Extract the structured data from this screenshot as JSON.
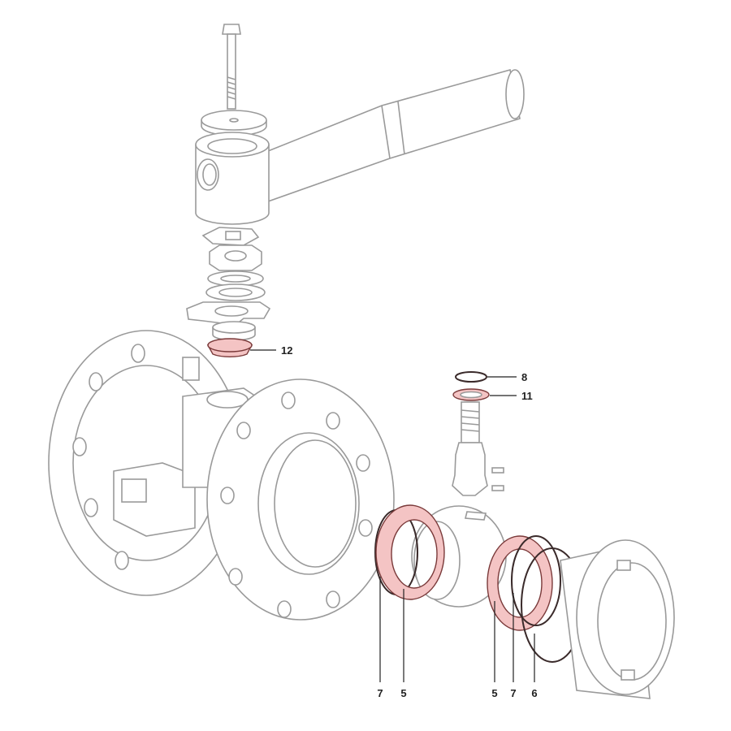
{
  "title": "Ball valve exploded view",
  "colors": {
    "highlight": "#f4c4c4",
    "outline": "#9a9a9a",
    "label": "#222222"
  },
  "callouts": [
    {
      "id": "stem-seal",
      "label": "12"
    },
    {
      "id": "o-ring-top",
      "label": "8"
    },
    {
      "id": "thrust-washer",
      "label": "11"
    },
    {
      "id": "o-ring-left",
      "label": "7"
    },
    {
      "id": "seat-left",
      "label": "5"
    },
    {
      "id": "seat-right",
      "label": "5"
    },
    {
      "id": "o-ring-right",
      "label": "7"
    },
    {
      "id": "body-gasket",
      "label": "6"
    }
  ]
}
